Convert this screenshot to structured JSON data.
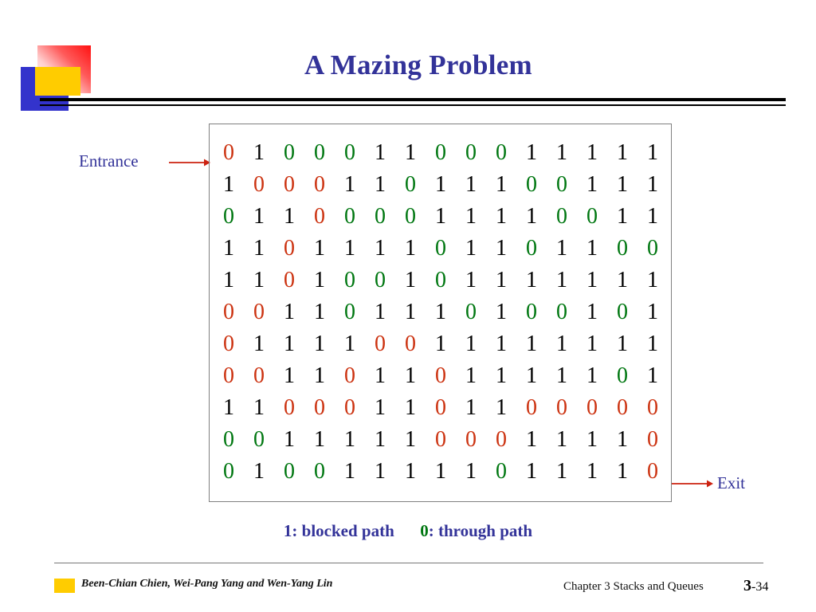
{
  "slide": {
    "title": "A Mazing Problem",
    "entrance_label": "Entrance",
    "exit_label": "Exit",
    "colors": {
      "title": "#333399",
      "blocked_digit": "#000000",
      "path_red": "#cc3311",
      "path_green": "#007711",
      "logo_red": "#ff1111",
      "logo_blue": "#3333cc",
      "logo_yellow": "#ffcc00",
      "arrow": "#cc2211"
    }
  },
  "legend": {
    "blocked_key": "1",
    "blocked_text": ": blocked path",
    "through_key": "0",
    "through_text": ": through path"
  },
  "footer": {
    "authors": "Been-Chian Chien, Wei-Pang Yang and Wen-Yang Lin",
    "chapter": "Chapter 3  Stacks and Queues",
    "page_major": "3",
    "page_minor": "-34"
  },
  "maze": {
    "rows": 11,
    "cols": 15,
    "grid": [
      [
        {
          "v": "0",
          "c": "red"
        },
        {
          "v": "1",
          "c": "black"
        },
        {
          "v": "0",
          "c": "green"
        },
        {
          "v": "0",
          "c": "green"
        },
        {
          "v": "0",
          "c": "green"
        },
        {
          "v": "1",
          "c": "black"
        },
        {
          "v": "1",
          "c": "black"
        },
        {
          "v": "0",
          "c": "green"
        },
        {
          "v": "0",
          "c": "green"
        },
        {
          "v": "0",
          "c": "green"
        },
        {
          "v": "1",
          "c": "black"
        },
        {
          "v": "1",
          "c": "black"
        },
        {
          "v": "1",
          "c": "black"
        },
        {
          "v": "1",
          "c": "black"
        },
        {
          "v": "1",
          "c": "black"
        }
      ],
      [
        {
          "v": "1",
          "c": "black"
        },
        {
          "v": "0",
          "c": "red"
        },
        {
          "v": "0",
          "c": "red"
        },
        {
          "v": "0",
          "c": "red"
        },
        {
          "v": "1",
          "c": "black"
        },
        {
          "v": "1",
          "c": "black"
        },
        {
          "v": "0",
          "c": "green"
        },
        {
          "v": "1",
          "c": "black"
        },
        {
          "v": "1",
          "c": "black"
        },
        {
          "v": "1",
          "c": "black"
        },
        {
          "v": "0",
          "c": "green"
        },
        {
          "v": "0",
          "c": "green"
        },
        {
          "v": "1",
          "c": "black"
        },
        {
          "v": "1",
          "c": "black"
        },
        {
          "v": "1",
          "c": "black"
        }
      ],
      [
        {
          "v": "0",
          "c": "green"
        },
        {
          "v": "1",
          "c": "black"
        },
        {
          "v": "1",
          "c": "black"
        },
        {
          "v": "0",
          "c": "red"
        },
        {
          "v": "0",
          "c": "green"
        },
        {
          "v": "0",
          "c": "green"
        },
        {
          "v": "0",
          "c": "green"
        },
        {
          "v": "1",
          "c": "black"
        },
        {
          "v": "1",
          "c": "black"
        },
        {
          "v": "1",
          "c": "black"
        },
        {
          "v": "1",
          "c": "black"
        },
        {
          "v": "0",
          "c": "green"
        },
        {
          "v": "0",
          "c": "green"
        },
        {
          "v": "1",
          "c": "black"
        },
        {
          "v": "1",
          "c": "black"
        }
      ],
      [
        {
          "v": "1",
          "c": "black"
        },
        {
          "v": "1",
          "c": "black"
        },
        {
          "v": "0",
          "c": "red"
        },
        {
          "v": "1",
          "c": "black"
        },
        {
          "v": "1",
          "c": "black"
        },
        {
          "v": "1",
          "c": "black"
        },
        {
          "v": "1",
          "c": "black"
        },
        {
          "v": "0",
          "c": "green"
        },
        {
          "v": "1",
          "c": "black"
        },
        {
          "v": "1",
          "c": "black"
        },
        {
          "v": "0",
          "c": "green"
        },
        {
          "v": "1",
          "c": "black"
        },
        {
          "v": "1",
          "c": "black"
        },
        {
          "v": "0",
          "c": "green"
        },
        {
          "v": "0",
          "c": "green"
        }
      ],
      [
        {
          "v": "1",
          "c": "black"
        },
        {
          "v": "1",
          "c": "black"
        },
        {
          "v": "0",
          "c": "red"
        },
        {
          "v": "1",
          "c": "black"
        },
        {
          "v": "0",
          "c": "green"
        },
        {
          "v": "0",
          "c": "green"
        },
        {
          "v": "1",
          "c": "black"
        },
        {
          "v": "0",
          "c": "green"
        },
        {
          "v": "1",
          "c": "black"
        },
        {
          "v": "1",
          "c": "black"
        },
        {
          "v": "1",
          "c": "black"
        },
        {
          "v": "1",
          "c": "black"
        },
        {
          "v": "1",
          "c": "black"
        },
        {
          "v": "1",
          "c": "black"
        },
        {
          "v": "1",
          "c": "black"
        }
      ],
      [
        {
          "v": "0",
          "c": "red"
        },
        {
          "v": "0",
          "c": "red"
        },
        {
          "v": "1",
          "c": "black"
        },
        {
          "v": "1",
          "c": "black"
        },
        {
          "v": "0",
          "c": "green"
        },
        {
          "v": "1",
          "c": "black"
        },
        {
          "v": "1",
          "c": "black"
        },
        {
          "v": "1",
          "c": "black"
        },
        {
          "v": "0",
          "c": "green"
        },
        {
          "v": "1",
          "c": "black"
        },
        {
          "v": "0",
          "c": "green"
        },
        {
          "v": "0",
          "c": "green"
        },
        {
          "v": "1",
          "c": "black"
        },
        {
          "v": "0",
          "c": "green"
        },
        {
          "v": "1",
          "c": "black"
        }
      ],
      [
        {
          "v": "0",
          "c": "red"
        },
        {
          "v": "1",
          "c": "black"
        },
        {
          "v": "1",
          "c": "black"
        },
        {
          "v": "1",
          "c": "black"
        },
        {
          "v": "1",
          "c": "black"
        },
        {
          "v": "0",
          "c": "red"
        },
        {
          "v": "0",
          "c": "red"
        },
        {
          "v": "1",
          "c": "black"
        },
        {
          "v": "1",
          "c": "black"
        },
        {
          "v": "1",
          "c": "black"
        },
        {
          "v": "1",
          "c": "black"
        },
        {
          "v": "1",
          "c": "black"
        },
        {
          "v": "1",
          "c": "black"
        },
        {
          "v": "1",
          "c": "black"
        },
        {
          "v": "1",
          "c": "black"
        }
      ],
      [
        {
          "v": "0",
          "c": "red"
        },
        {
          "v": "0",
          "c": "red"
        },
        {
          "v": "1",
          "c": "black"
        },
        {
          "v": "1",
          "c": "black"
        },
        {
          "v": "0",
          "c": "red"
        },
        {
          "v": "1",
          "c": "black"
        },
        {
          "v": "1",
          "c": "black"
        },
        {
          "v": "0",
          "c": "red"
        },
        {
          "v": "1",
          "c": "black"
        },
        {
          "v": "1",
          "c": "black"
        },
        {
          "v": "1",
          "c": "black"
        },
        {
          "v": "1",
          "c": "black"
        },
        {
          "v": "1",
          "c": "black"
        },
        {
          "v": "0",
          "c": "green"
        },
        {
          "v": "1",
          "c": "black"
        }
      ],
      [
        {
          "v": "1",
          "c": "black"
        },
        {
          "v": "1",
          "c": "black"
        },
        {
          "v": "0",
          "c": "red"
        },
        {
          "v": "0",
          "c": "red"
        },
        {
          "v": "0",
          "c": "red"
        },
        {
          "v": "1",
          "c": "black"
        },
        {
          "v": "1",
          "c": "black"
        },
        {
          "v": "0",
          "c": "red"
        },
        {
          "v": "1",
          "c": "black"
        },
        {
          "v": "1",
          "c": "black"
        },
        {
          "v": "0",
          "c": "red"
        },
        {
          "v": "0",
          "c": "red"
        },
        {
          "v": "0",
          "c": "red"
        },
        {
          "v": "0",
          "c": "red"
        },
        {
          "v": "0",
          "c": "red"
        }
      ],
      [
        {
          "v": "0",
          "c": "green"
        },
        {
          "v": "0",
          "c": "green"
        },
        {
          "v": "1",
          "c": "black"
        },
        {
          "v": "1",
          "c": "black"
        },
        {
          "v": "1",
          "c": "black"
        },
        {
          "v": "1",
          "c": "black"
        },
        {
          "v": "1",
          "c": "black"
        },
        {
          "v": "0",
          "c": "red"
        },
        {
          "v": "0",
          "c": "red"
        },
        {
          "v": "0",
          "c": "red"
        },
        {
          "v": "1",
          "c": "black"
        },
        {
          "v": "1",
          "c": "black"
        },
        {
          "v": "1",
          "c": "black"
        },
        {
          "v": "1",
          "c": "black"
        },
        {
          "v": "0",
          "c": "red"
        }
      ],
      [
        {
          "v": "0",
          "c": "green"
        },
        {
          "v": "1",
          "c": "black"
        },
        {
          "v": "0",
          "c": "green"
        },
        {
          "v": "0",
          "c": "green"
        },
        {
          "v": "1",
          "c": "black"
        },
        {
          "v": "1",
          "c": "black"
        },
        {
          "v": "1",
          "c": "black"
        },
        {
          "v": "1",
          "c": "black"
        },
        {
          "v": "1",
          "c": "black"
        },
        {
          "v": "0",
          "c": "green"
        },
        {
          "v": "1",
          "c": "black"
        },
        {
          "v": "1",
          "c": "black"
        },
        {
          "v": "1",
          "c": "black"
        },
        {
          "v": "1",
          "c": "black"
        },
        {
          "v": "0",
          "c": "red"
        }
      ]
    ]
  }
}
